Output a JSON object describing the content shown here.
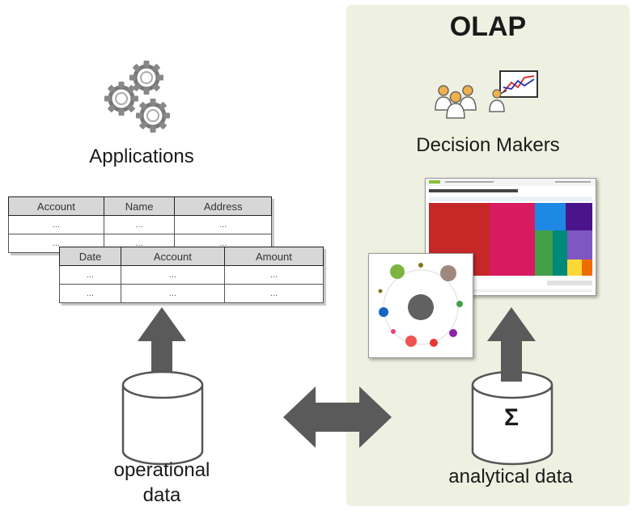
{
  "olap": {
    "title": "OLAP"
  },
  "applications": {
    "label": "Applications"
  },
  "decision_makers": {
    "label": "Decision Makers"
  },
  "table1": {
    "headers": [
      "Account",
      "Name",
      "Address"
    ],
    "rows": [
      [
        "...",
        "...",
        "..."
      ],
      [
        "...",
        "...",
        "..."
      ]
    ]
  },
  "table2": {
    "headers": [
      "Date",
      "Account",
      "Amount"
    ],
    "rows": [
      [
        "...",
        "...",
        "..."
      ],
      [
        "...",
        "...",
        "..."
      ]
    ]
  },
  "operational": {
    "line1": "operational",
    "line2": "data"
  },
  "analytical": {
    "label": "analytical data",
    "symbol": "Σ"
  },
  "colors": {
    "olap_bg": "#eef1e1",
    "arrow": "#5a5a5a",
    "cylinder_stroke": "#555555"
  }
}
